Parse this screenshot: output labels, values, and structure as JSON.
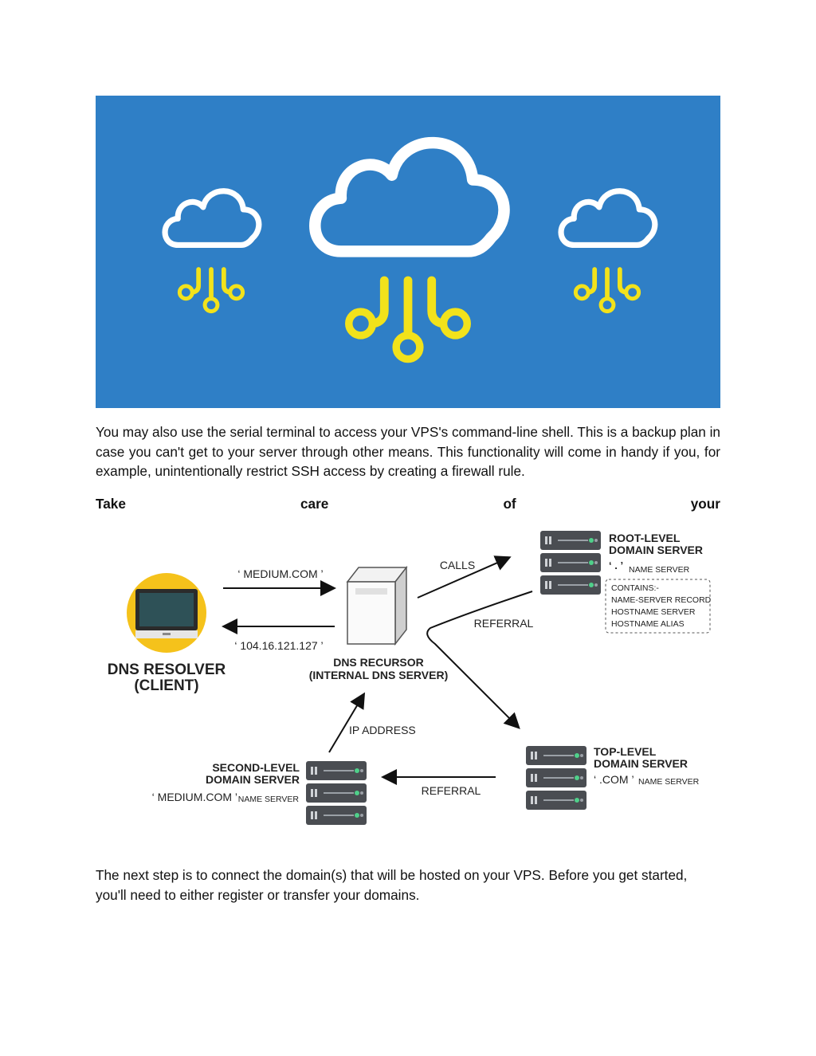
{
  "paragraph1": "You may also use the serial terminal to access your VPS's command-line shell. This is a backup plan in case you can't get to your server through other means. This functionality will come in handy if you, for example, unintentionally restrict SSH access by creating a firewall rule.",
  "take_line": [
    "Take",
    "care",
    "of",
    "your"
  ],
  "paragraph2": "The next step is to connect the domain(s) that will be hosted on your VPS. Before you get started, you'll need to either register or transfer your domains.",
  "hero": {
    "background": "#2f7fc6",
    "cloud_color": "#ffffff",
    "circuit_color": "#f2e21b",
    "icons": [
      "cloud-circuit-icon",
      "cloud-circuit-icon",
      "cloud-circuit-icon"
    ]
  },
  "diagram": {
    "resolver_line1": "DNS RESOLVER",
    "resolver_line2": "(CLIENT)",
    "query": "‘ MEDIUM.COM ’",
    "answer": "‘ 104.16.121.127 ’",
    "recursor_line1": "DNS RECURSOR",
    "recursor_line2": "(INTERNAL DNS SERVER)",
    "calls": "CALLS",
    "referral_root": "REFERRAL",
    "referral_tld": "REFERRAL",
    "ip_address": "IP ADDRESS",
    "root_line1": "ROOT-LEVEL",
    "root_line2": "DOMAIN SERVER",
    "root_dot": "‘ . ’",
    "root_ns": "NAME SERVER",
    "contains": [
      "CONTAINS:-",
      "NAME-SERVER RECORD",
      "HOSTNAME SERVER",
      "HOSTNAME ALIAS"
    ],
    "tld_line1": "TOP-LEVEL",
    "tld_line2": "DOMAIN SERVER",
    "tld_com": "‘ .COM ’",
    "tld_ns": "NAME SERVER",
    "sld_line1": "SECOND-LEVEL",
    "sld_line2": "DOMAIN SERVER",
    "sld_medium": "‘ MEDIUM.COM ’",
    "sld_ns": "NAME SERVER"
  }
}
